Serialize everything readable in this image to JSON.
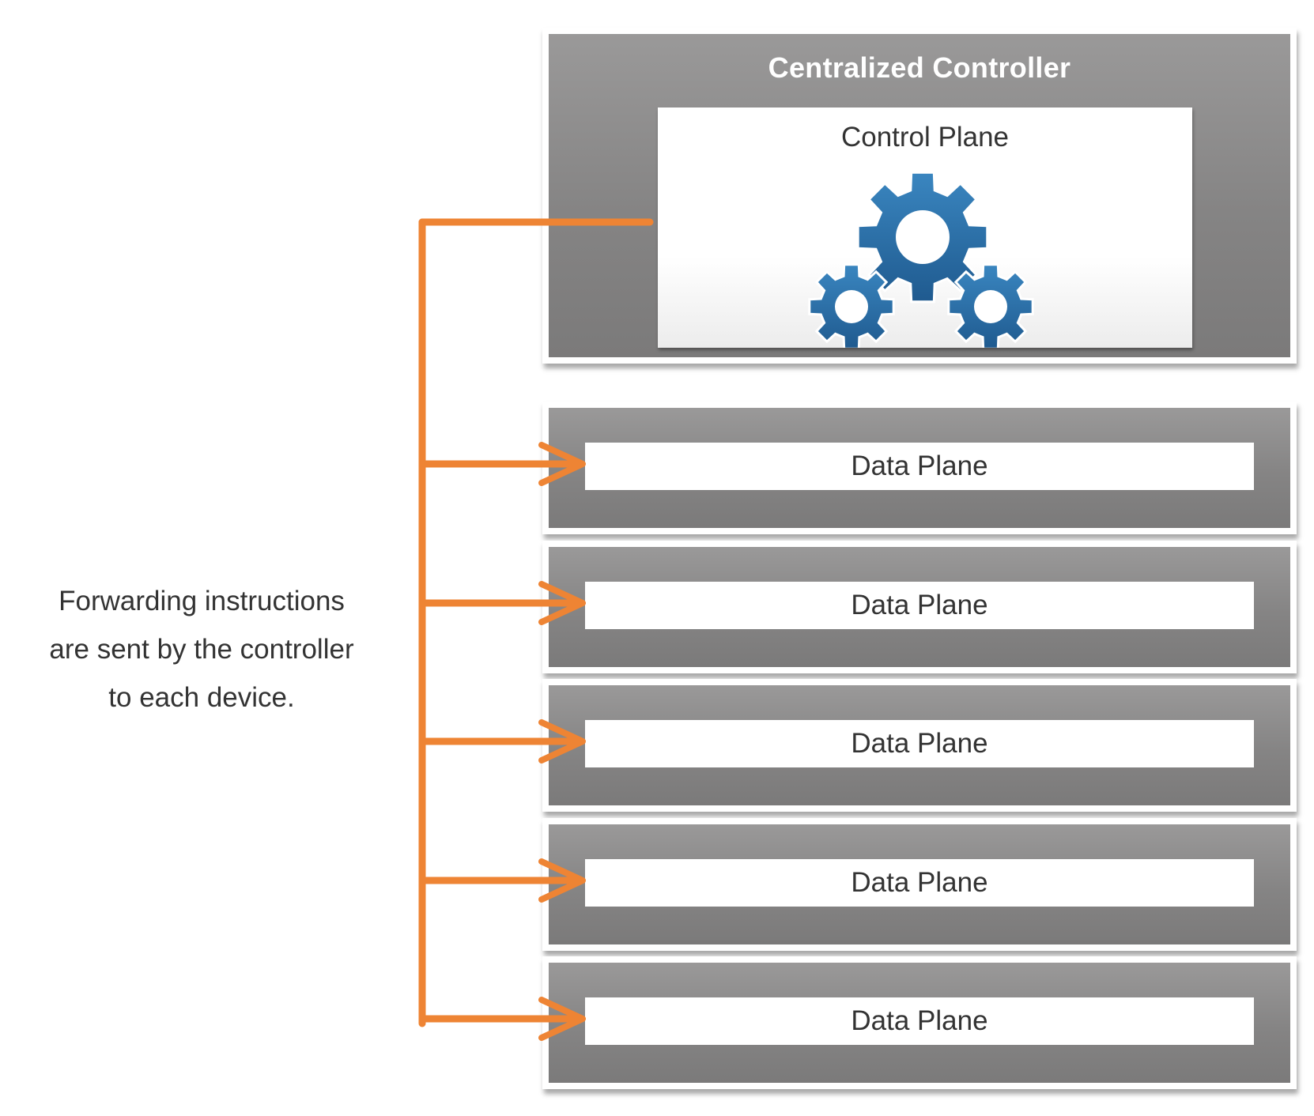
{
  "controller": {
    "title": "Centralized Controller",
    "control_plane_label": "Control Plane",
    "gear_color": "#2e6da4"
  },
  "data_planes": [
    {
      "label": "Data Plane"
    },
    {
      "label": "Data Plane"
    },
    {
      "label": "Data Plane"
    },
    {
      "label": "Data Plane"
    },
    {
      "label": "Data Plane"
    }
  ],
  "caption": {
    "lines": [
      "Forwarding instructions",
      "are sent by the controller",
      "to each device."
    ]
  },
  "connector": {
    "color": "#ee8434"
  }
}
